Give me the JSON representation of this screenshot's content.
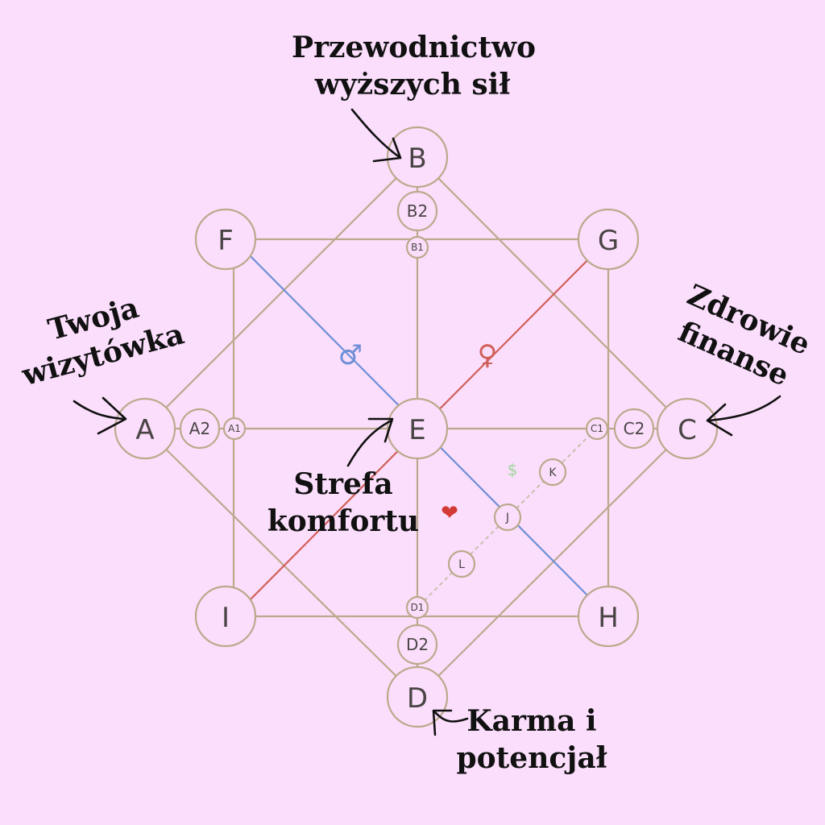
{
  "nodes": {
    "A": "A",
    "B": "B",
    "C": "C",
    "D": "D",
    "E": "E",
    "F": "F",
    "G": "G",
    "H": "H",
    "I": "I",
    "A1": "A1",
    "A2": "A2",
    "B1": "B1",
    "B2": "B2",
    "C1": "C1",
    "C2": "C2",
    "D1": "D1",
    "D2": "D2",
    "J": "J",
    "K": "K",
    "L": "L"
  },
  "symbols": {
    "male": "♂",
    "female": "♀",
    "heart": "❤",
    "dollar": "$"
  },
  "annotations": {
    "top": [
      "Przewodnictwo",
      "wyższych sił"
    ],
    "left": [
      "Twoja",
      "wizytówka"
    ],
    "right": [
      "Zdrowie",
      "finanse"
    ],
    "center": [
      "Strefa",
      "komfortu"
    ],
    "bottom": [
      "Karma i",
      "potencjał"
    ]
  },
  "colors": {
    "background": "#fbdefc",
    "lines": "#bca98c",
    "male_line": "#6f8fd6",
    "female_line": "#d0605a",
    "heart": "#d23a36",
    "dollar": "#9ed79a",
    "text": "#111111"
  }
}
